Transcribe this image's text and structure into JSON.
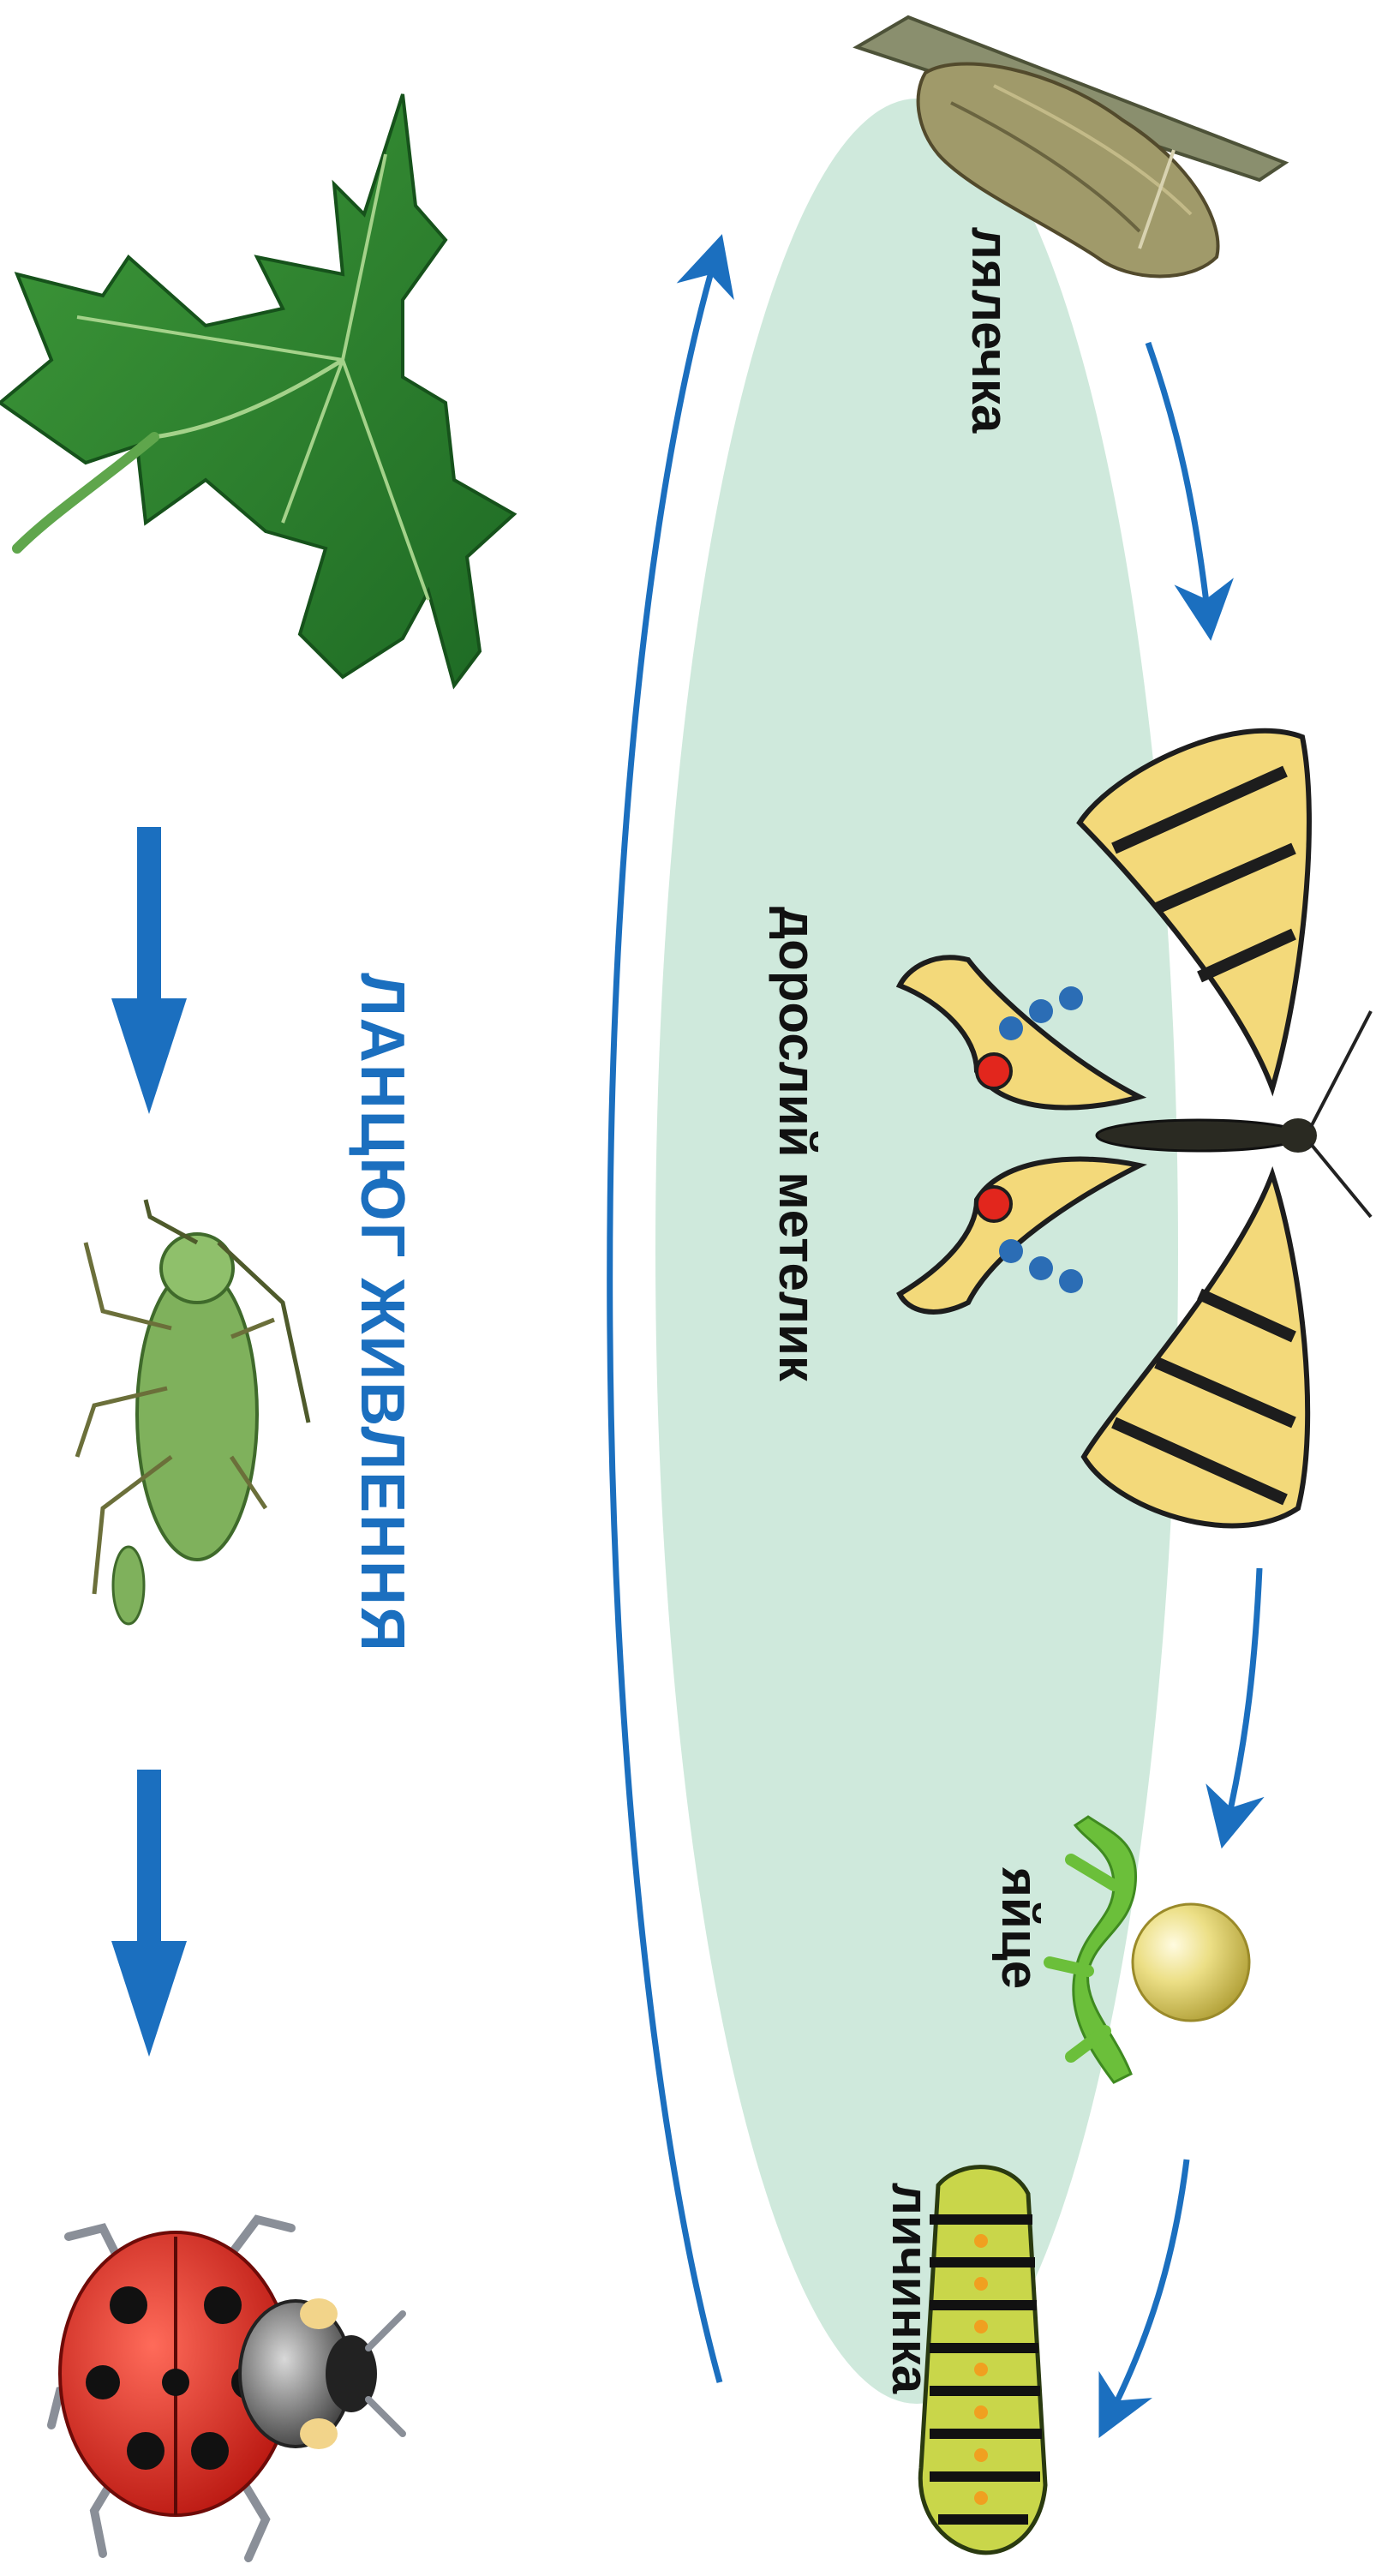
{
  "food_chain": {
    "title": "ЛАНЦЮГ ЖИВЛЕННЯ",
    "members": [
      {
        "icon": "maple-leaf-icon"
      },
      {
        "icon": "aphid-icon"
      },
      {
        "icon": "ladybug-icon"
      }
    ]
  },
  "life_cycle": {
    "stages": [
      {
        "key": "pupa",
        "label": "лялечка",
        "icon": "chrysalis-icon"
      },
      {
        "key": "adult",
        "label": "дорослий метелик",
        "icon": "swallowtail-butterfly-icon"
      },
      {
        "key": "egg",
        "label": "яйце",
        "icon": "egg-on-leaf-icon"
      },
      {
        "key": "larva",
        "label": "личинка",
        "icon": "caterpillar-icon"
      }
    ]
  },
  "colors": {
    "ellipse": "#cfe9dc",
    "arrow": "#1b6fbf",
    "title": "#1b6fbf",
    "stage_text": "#111111"
  }
}
